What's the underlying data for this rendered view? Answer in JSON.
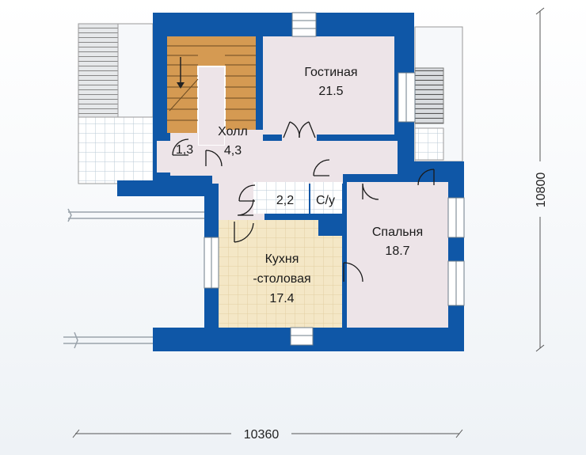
{
  "colors": {
    "wall": "#0f57a7",
    "room_pink": "#ede4e8",
    "kitchen": "#f4e7c6",
    "tile": "#ffffff",
    "tile_grid": "#b9c9d6",
    "stair": "#d59a52",
    "dim_line": "#555555"
  },
  "rooms": {
    "living": {
      "name": "Гостиная",
      "area": "21.5"
    },
    "hall": {
      "name": "Холл",
      "area": "4,3"
    },
    "closet": {
      "area": "1,3"
    },
    "small_room": {
      "area": "2,2"
    },
    "wc": {
      "name": "С/у"
    },
    "bedroom": {
      "name": "Спальня",
      "area": "18.7"
    },
    "kitchen": {
      "name_line1": "Кухня",
      "name_line2": "-столовая",
      "area": "17.4"
    }
  },
  "dimensions": {
    "width": "10360",
    "height": "10800"
  }
}
